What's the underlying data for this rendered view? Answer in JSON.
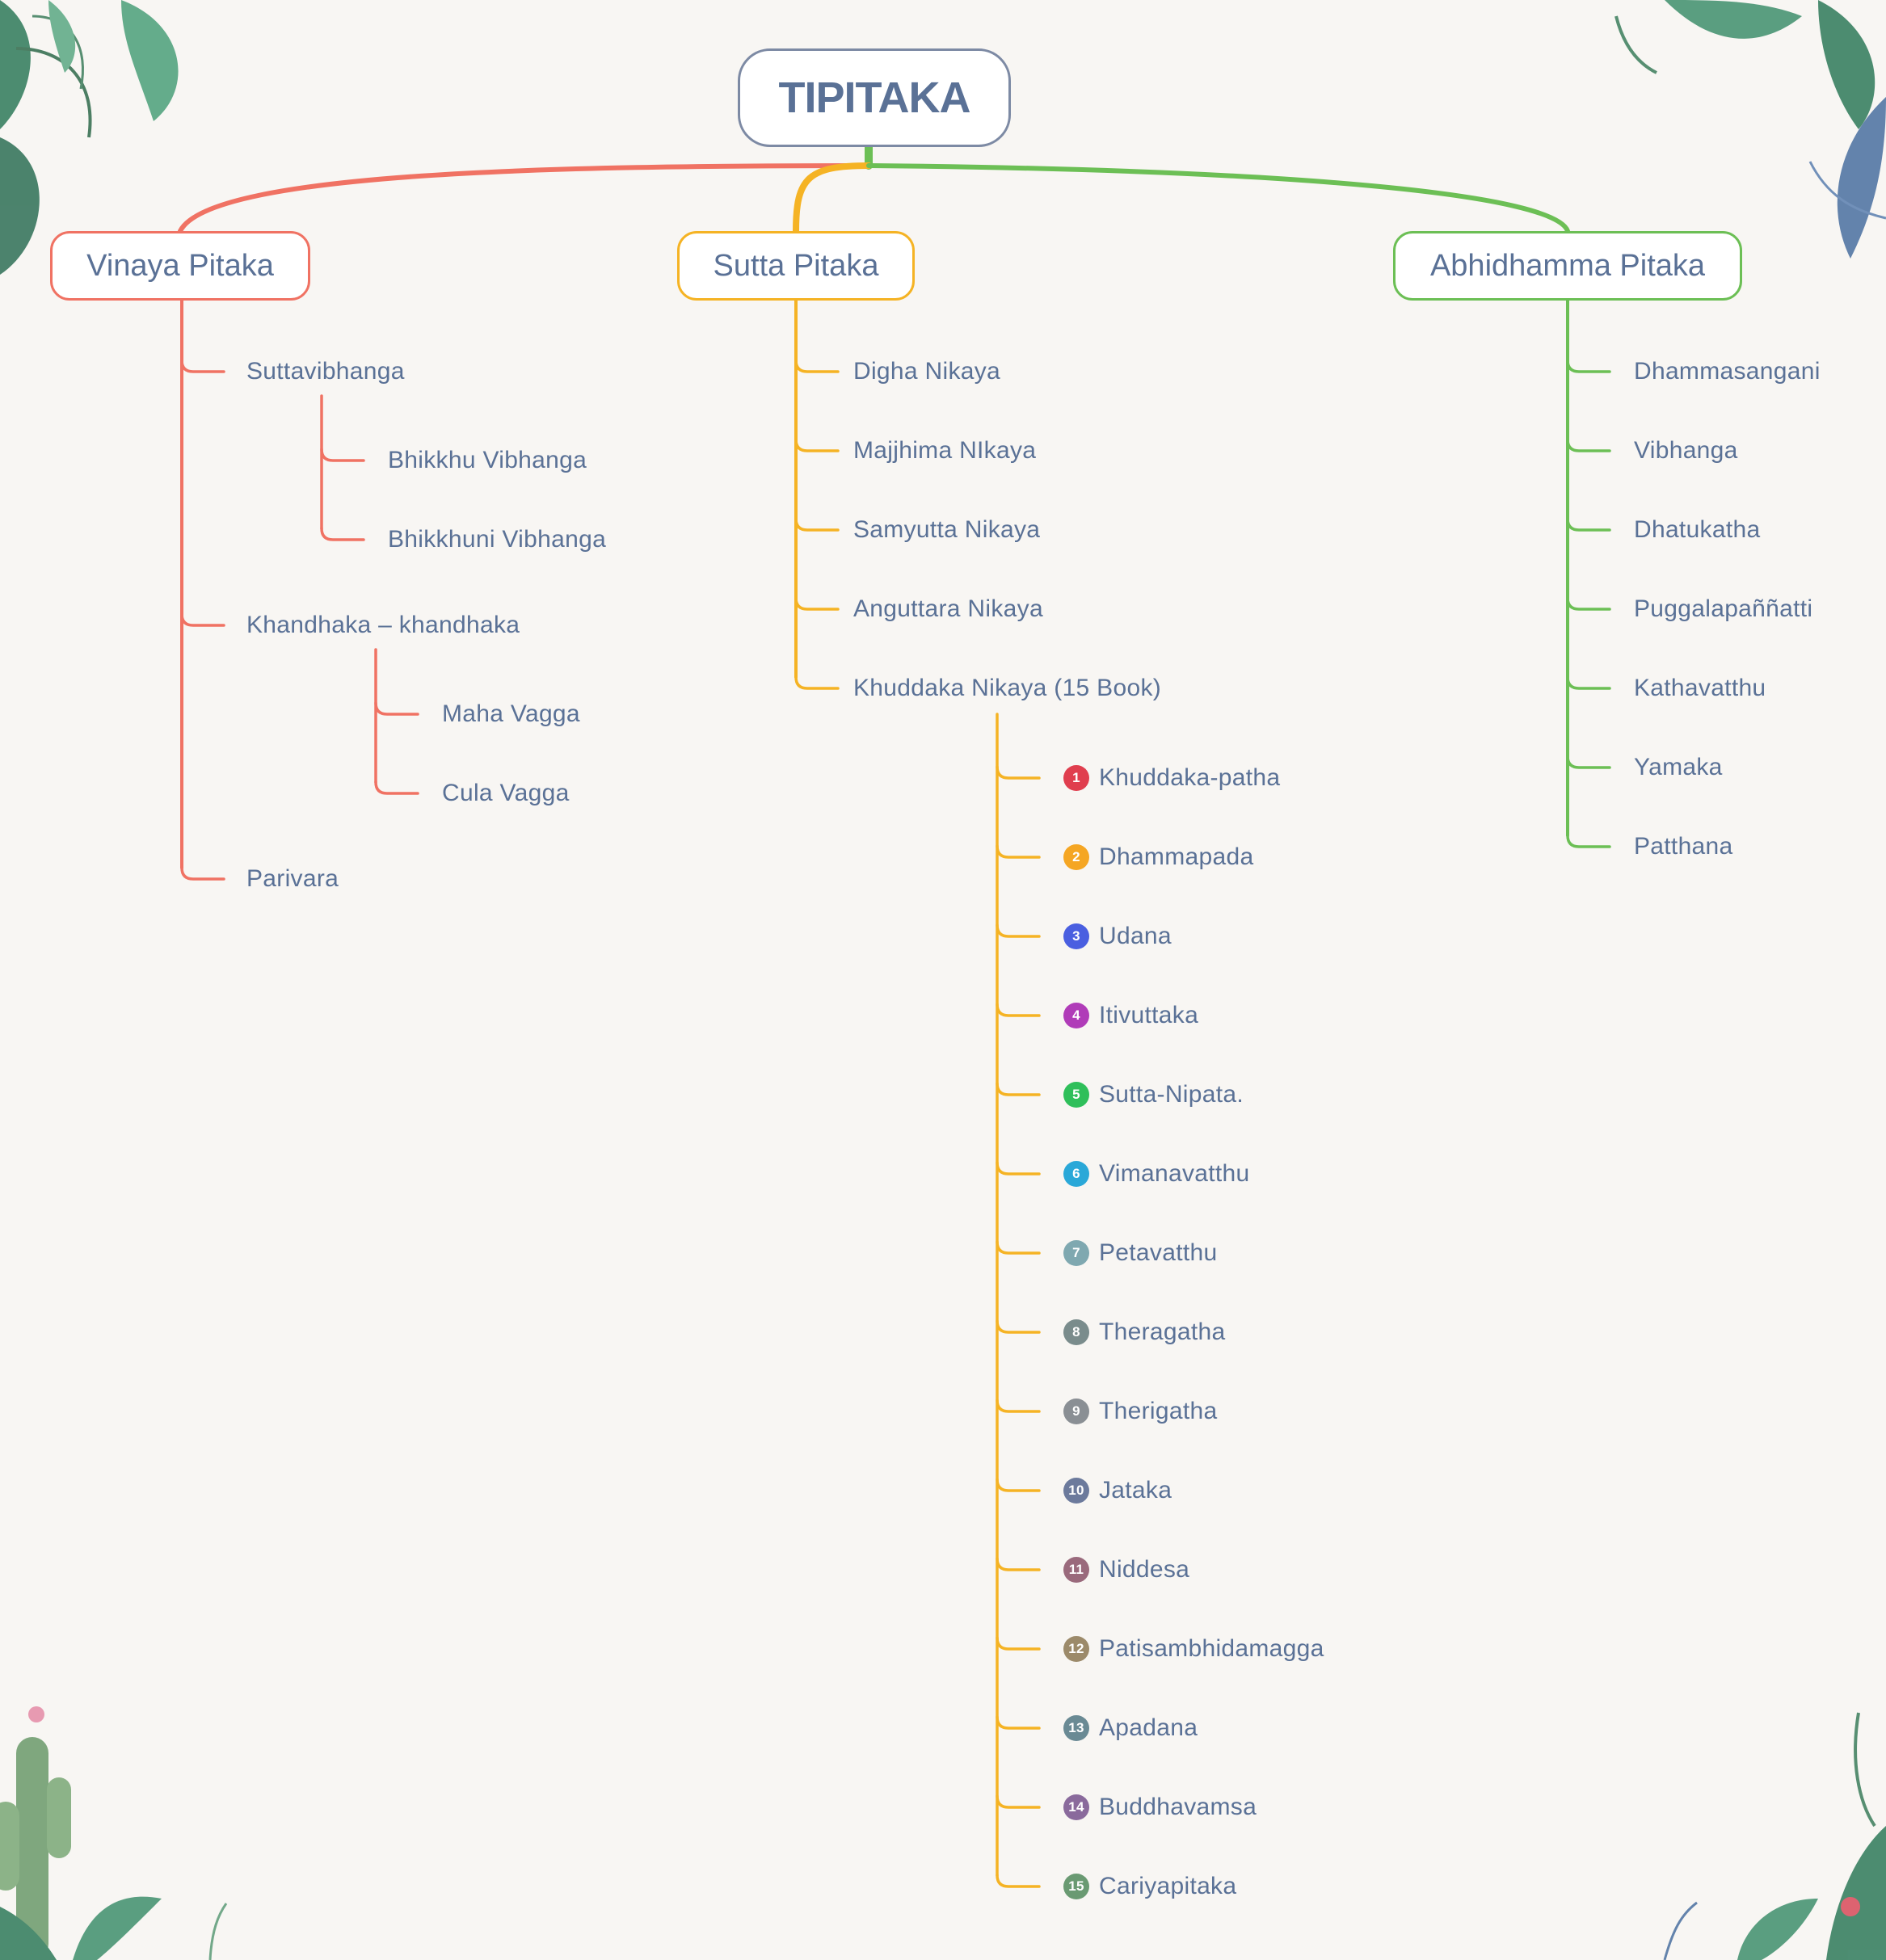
{
  "root": {
    "title": "TIPITAKA"
  },
  "colors": {
    "vinaya": "#f07263",
    "sutta": "#f5b324",
    "abhidhamma": "#6cbf55",
    "root_border": "#7d8aa4",
    "text": "#5a7196",
    "background": "#f8f6f3"
  },
  "branches": {
    "vinaya": {
      "label": "Vinaya Pitaka",
      "items": [
        {
          "label": "Suttavibhanga",
          "children": [
            "Bhikkhu Vibhanga",
            "Bhikkhuni Vibhanga"
          ]
        },
        {
          "label": "Khandhaka – khandhaka",
          "children": [
            "Maha Vagga",
            "Cula Vagga"
          ]
        },
        {
          "label": "Parivara",
          "children": []
        }
      ]
    },
    "sutta": {
      "label": "Sutta Pitaka",
      "items": [
        "Digha Nikaya",
        "Majjhima NIkaya",
        "Samyutta Nikaya",
        "Anguttara Nikaya",
        "Khuddaka Nikaya (15 Book)"
      ],
      "khuddaka_books": [
        {
          "num": "1",
          "label": "Khuddaka-patha",
          "color": "#e03e4e"
        },
        {
          "num": "2",
          "label": "Dhammapada",
          "color": "#f5a623"
        },
        {
          "num": "3",
          "label": "Udana",
          "color": "#4a5fe0"
        },
        {
          "num": "4",
          "label": "Itivuttaka",
          "color": "#b03cb8"
        },
        {
          "num": "5",
          "label": "Sutta-Nipata.",
          "color": "#2fbf5a"
        },
        {
          "num": "6",
          "label": "Vimanavatthu",
          "color": "#2aa8d8"
        },
        {
          "num": "7",
          "label": "Petavatthu",
          "color": "#7fa8b0"
        },
        {
          "num": "8",
          "label": "Theragatha",
          "color": "#7a8c8c"
        },
        {
          "num": "9",
          "label": "Therigatha",
          "color": "#8a8f94"
        },
        {
          "num": "10",
          "label": "Jataka",
          "color": "#6c7a9c"
        },
        {
          "num": "11",
          "label": "Niddesa",
          "color": "#9a6a7c"
        },
        {
          "num": "12",
          "label": "Patisambhidamagga",
          "color": "#9c8a6a"
        },
        {
          "num": "13",
          "label": "Apadana",
          "color": "#6a8a94"
        },
        {
          "num": "14",
          "label": "Buddhavamsa",
          "color": "#8a6a9c"
        },
        {
          "num": "15",
          "label": "Cariyapitaka",
          "color": "#6a9a72"
        }
      ]
    },
    "abhidhamma": {
      "label": "Abhidhamma Pitaka",
      "items": [
        "Dhammasangani",
        "Vibhanga",
        "Dhatukatha",
        "Puggalapaññatti",
        "Kathavatthu",
        "Yamaka",
        "Patthana"
      ]
    }
  }
}
